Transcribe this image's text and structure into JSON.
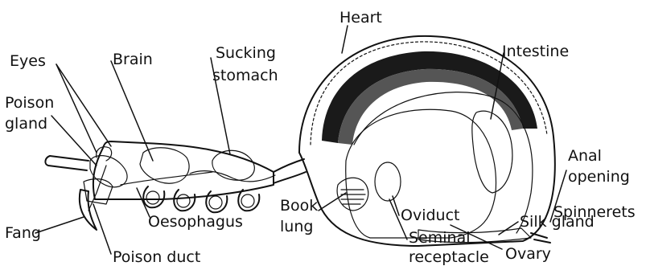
{
  "labels": {
    "eyes": "Eyes",
    "brain": "Brain",
    "sucking_1": "Sucking",
    "sucking_2": "stomach",
    "heart": "Heart",
    "intestine": "Intestine",
    "poison_gland_1": "Poison",
    "poison_gland_2": "gland",
    "anal_1": "Anal",
    "anal_2": "opening",
    "spinnerets": "Spinnerets",
    "fang": "Fang",
    "oesophagus": "Oesophagus",
    "book_lung_1": "Book",
    "book_lung_2": "lung",
    "oviduct": "Oviduct",
    "silk_gland": "Silk gland",
    "seminal_1": "Seminal",
    "seminal_2": "receptacle",
    "poison_duct": "Poison duct",
    "ovary": "Ovary"
  }
}
